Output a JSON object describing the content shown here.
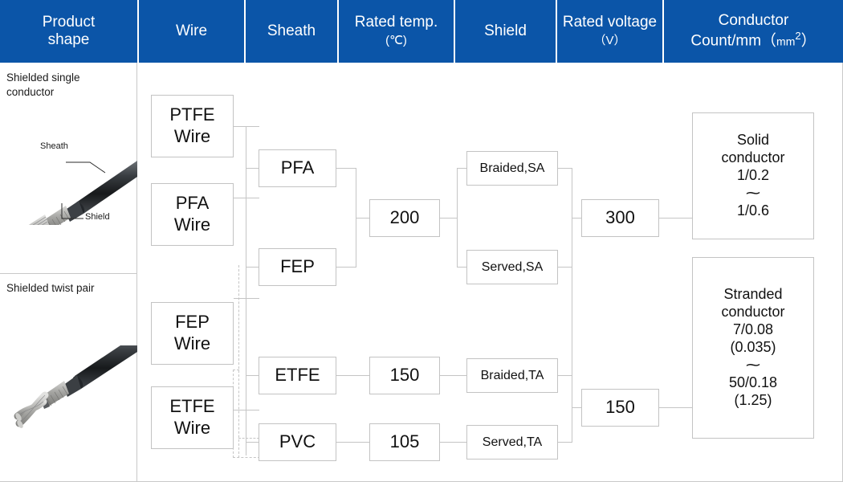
{
  "header": {
    "columns": [
      {
        "label_line1": "Product",
        "label_line2": "shape"
      },
      {
        "label_line1": "Wire",
        "label_line2": ""
      },
      {
        "label_line1": "Sheath",
        "label_line2": ""
      },
      {
        "label_line1": "Rated temp.",
        "label_line2": "(℃)"
      },
      {
        "label_line1": "Shield",
        "label_line2": ""
      },
      {
        "label_line1": "Rated voltage",
        "label_line2": "（V）"
      },
      {
        "label_line1": "Conductor",
        "label_line2_a": "Count/mm（",
        "label_line2_b": "mm",
        "label_line2_sup": "2",
        "label_line2_c": "）"
      }
    ],
    "background_color": "#0b55a8",
    "text_color": "#ffffff"
  },
  "product_shapes": [
    {
      "title_line1": "Shielded single",
      "title_line2": "conductor",
      "callouts": [
        {
          "name": "sheath-callout",
          "text": "Sheath"
        },
        {
          "name": "shield-callout",
          "text": "Shield"
        }
      ]
    },
    {
      "title_line1": "Shielded twist pair",
      "title_line2": "",
      "callouts": []
    }
  ],
  "flow": {
    "wire": [
      {
        "line1": "PTFE",
        "line2": "Wire"
      },
      {
        "line1": "PFA",
        "line2": "Wire"
      },
      {
        "line1": "FEP",
        "line2": "Wire"
      },
      {
        "line1": "ETFE",
        "line2": "Wire"
      }
    ],
    "sheath": [
      {
        "label": "PFA"
      },
      {
        "label": "FEP"
      },
      {
        "label": "ETFE"
      },
      {
        "label": "PVC"
      }
    ],
    "rated_temp": [
      {
        "value": "200"
      },
      {
        "value": "150"
      },
      {
        "value": "105"
      }
    ],
    "shield": [
      {
        "label": "Braided,SA"
      },
      {
        "label": "Served,SA"
      },
      {
        "label": "Braided,TA"
      },
      {
        "label": "Served,TA"
      }
    ],
    "rated_voltage": [
      {
        "value": "300"
      },
      {
        "value": "150"
      }
    ],
    "conductor": [
      {
        "line1": "Solid",
        "line2": "conductor",
        "line3": "1/0.2",
        "line4": "⁓",
        "line5": "1/0.6",
        "line6": "",
        "line7": ""
      },
      {
        "line1": "Stranded",
        "line2": "conductor",
        "line3": "7/0.08",
        "line4": "(0.035)",
        "line5": "⁓",
        "line6": "50/0.18",
        "line7": "(1.25)"
      }
    ]
  },
  "colors": {
    "header_blue": "#0b55a8",
    "box_border": "#c3c3c3",
    "connector": "#c5c5c5",
    "grid": "#c9c9c9",
    "text": "#111111"
  }
}
